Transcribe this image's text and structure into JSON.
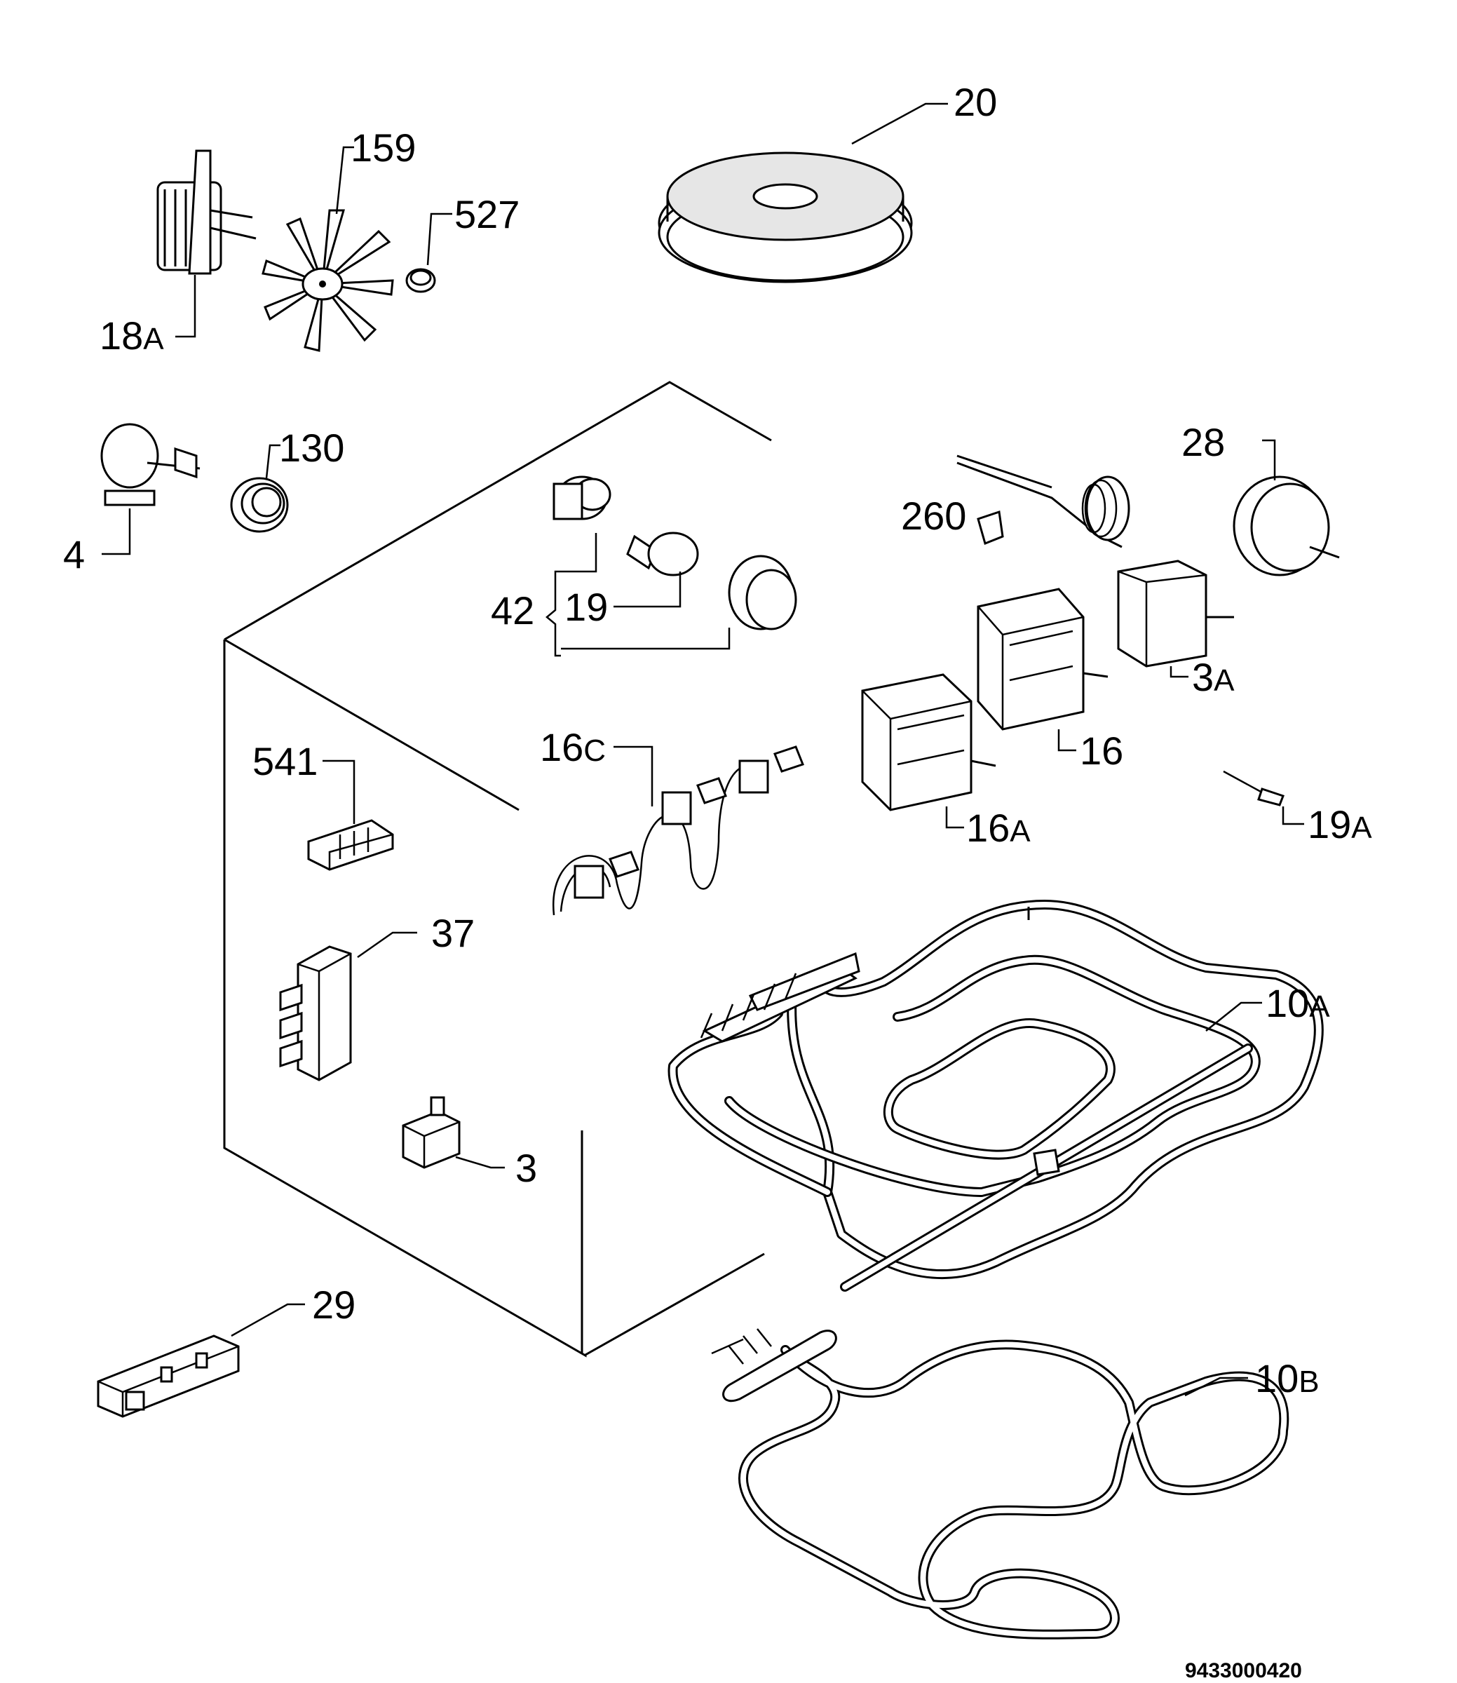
{
  "callouts": {
    "c20": "20",
    "c159": "159",
    "c527": "527",
    "c18A": "18",
    "c18A_sub": "A",
    "c130": "130",
    "c4": "4",
    "c28": "28",
    "c260": "260",
    "c42": "42",
    "c19": "19",
    "c3A": "3",
    "c3A_sub": "A",
    "c16C": "16",
    "c16C_sub": "C",
    "c16": "16",
    "c541": "541",
    "c16A": "16",
    "c16A_sub": "A",
    "c19A": "19",
    "c19A_sub": "A",
    "c37": "37",
    "c10A": "10",
    "c10A_sub": "A",
    "c3": "3",
    "c29": "29",
    "c10B": "10",
    "c10B_sub": "B"
  },
  "document_number": "9433000420"
}
